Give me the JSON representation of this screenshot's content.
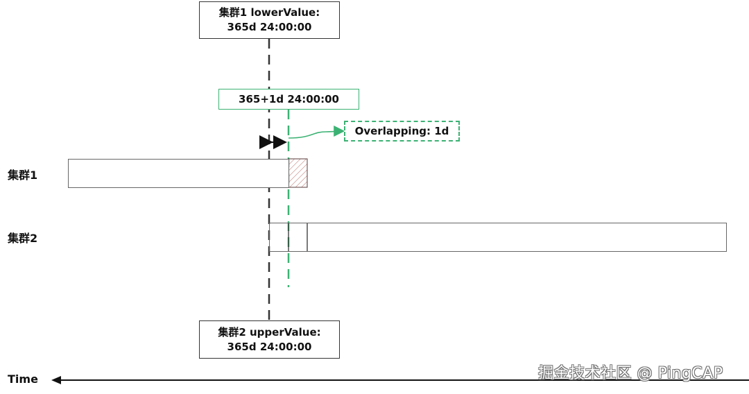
{
  "diagram": {
    "top_box": {
      "line1": "集群1 lowerValue:",
      "line2": "365d 24:00:00"
    },
    "green_box": {
      "text": "365+1d 24:00:00"
    },
    "overlap_box": {
      "text": "Overlapping: 1d"
    },
    "bottom_box": {
      "line1": "集群2 upperValue:",
      "line2": "365d 24:00:00"
    },
    "rows": [
      {
        "label": "集群1"
      },
      {
        "label": "集群2"
      }
    ],
    "axis": {
      "label": "Time"
    },
    "watermark": "掘金技术社区 @ PingCAP",
    "colors": {
      "green": "#3bb273",
      "dark_line": "#333333",
      "hatch": "#b5655e"
    }
  }
}
